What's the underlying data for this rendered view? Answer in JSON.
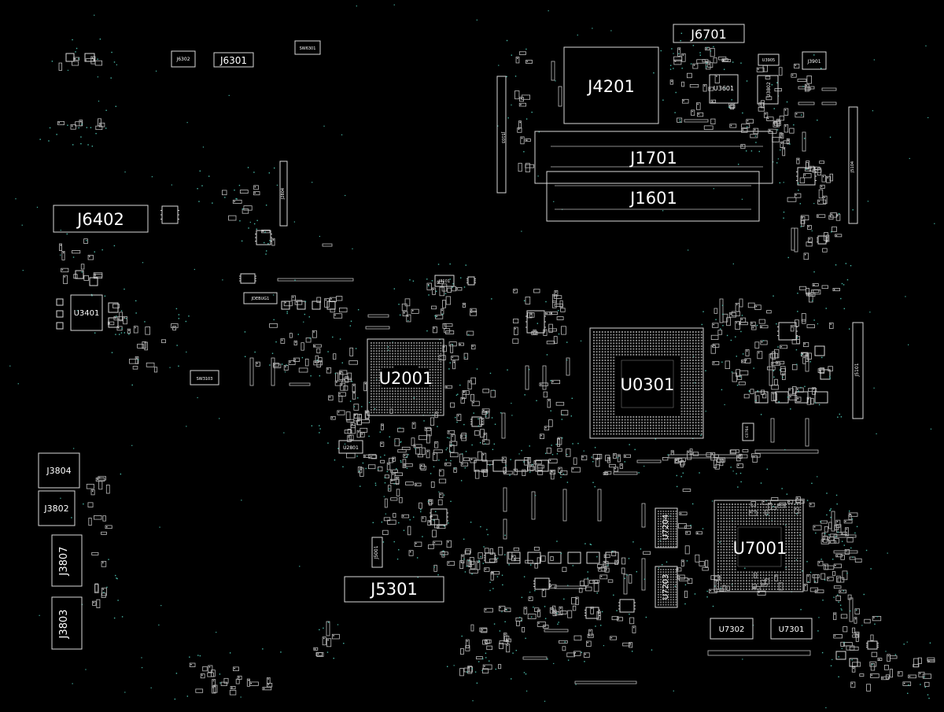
{
  "background_color": "#000000",
  "outline_color": "#d8d8d8",
  "via_color": "#49b9a8",
  "components": [
    {
      "label": "J6701",
      "size": "big-sm"
    },
    {
      "label": "J4201",
      "size": "big"
    },
    {
      "label": "J1701",
      "size": "big"
    },
    {
      "label": "J1601",
      "size": "big"
    },
    {
      "label": "J6402",
      "size": "big"
    },
    {
      "label": "J6301",
      "size": "mid"
    },
    {
      "label": "J6302",
      "size": "tiny"
    },
    {
      "label": "SW6301",
      "size": "tiny"
    },
    {
      "label": "U3601",
      "size": "tiny"
    },
    {
      "label": "U3802",
      "size": "tiny"
    },
    {
      "label": "U3905",
      "size": "tiny"
    },
    {
      "label": "J3901",
      "size": "tiny"
    },
    {
      "label": "J5103",
      "size": "tiny"
    },
    {
      "label": "J5104",
      "size": "tiny"
    },
    {
      "label": "J5101",
      "size": "tiny"
    },
    {
      "label": "J2804",
      "size": "tiny"
    },
    {
      "label": "J3101",
      "size": "tiny"
    },
    {
      "label": "JDEBUG1",
      "size": "tiny"
    },
    {
      "label": "U3401",
      "size": "mid"
    },
    {
      "label": "SW3103",
      "size": "tiny"
    },
    {
      "label": "U2001",
      "size": "big"
    },
    {
      "label": "U0301",
      "size": "big"
    },
    {
      "label": "U2801",
      "size": "tiny"
    },
    {
      "label": "J3804",
      "size": "mid"
    },
    {
      "label": "J3802",
      "size": "mid"
    },
    {
      "label": "J3807",
      "size": "mid"
    },
    {
      "label": "J3803",
      "size": "mid"
    },
    {
      "label": "J5001",
      "size": "tiny"
    },
    {
      "label": "J5301",
      "size": "big"
    },
    {
      "label": "U7204",
      "size": "mid"
    },
    {
      "label": "U7203",
      "size": "mid"
    },
    {
      "label": "U7001",
      "size": "big"
    },
    {
      "label": "U7302",
      "size": "mid"
    },
    {
      "label": "U7301",
      "size": "mid"
    },
    {
      "label": "C0764",
      "size": "tiny"
    }
  ]
}
